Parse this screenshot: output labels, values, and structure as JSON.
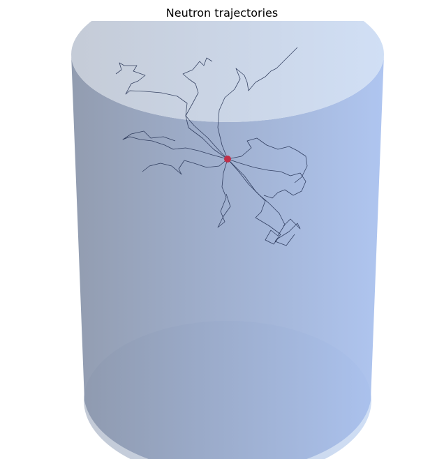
{
  "chart_data": {
    "type": "3d-trajectory",
    "title": "Neutron trajectories",
    "grid": false,
    "legend": "none",
    "colors": {
      "body_dark": "#8a95aa",
      "body_light": "#a9c1ef",
      "cap": "#ccd8ee",
      "trajectory": "#1e2b4e",
      "source": "#c0304a"
    },
    "source": {
      "x": 0,
      "y": 0,
      "z": 0
    },
    "series": [
      {
        "points": [
          [
            0,
            0
          ],
          [
            -12,
            -12
          ],
          [
            -28,
            -30
          ],
          [
            -48,
            -48
          ],
          [
            -60,
            -62
          ],
          [
            -58,
            -80
          ],
          [
            -72,
            -90
          ],
          [
            -95,
            -95
          ],
          [
            -118,
            -97
          ],
          [
            -140,
            -98
          ],
          [
            -146,
            -93
          ],
          [
            -138,
            -108
          ],
          [
            -128,
            -112
          ],
          [
            -118,
            -120
          ],
          [
            -135,
            -126
          ],
          [
            -130,
            -134
          ],
          [
            -148,
            -134
          ],
          [
            -155,
            -138
          ],
          [
            -152,
            -128
          ],
          [
            -160,
            -122
          ]
        ]
      },
      {
        "points": [
          [
            0,
            0
          ],
          [
            -20,
            -14
          ],
          [
            -36,
            -30
          ],
          [
            -56,
            -45
          ],
          [
            -60,
            -62
          ],
          [
            -50,
            -80
          ],
          [
            -42,
            -95
          ],
          [
            -46,
            -108
          ],
          [
            -56,
            -115
          ],
          [
            -64,
            -122
          ],
          [
            -50,
            -128
          ],
          [
            -40,
            -140
          ],
          [
            -34,
            -134
          ],
          [
            -30,
            -145
          ],
          [
            -22,
            -140
          ]
        ]
      },
      {
        "points": [
          [
            0,
            0
          ],
          [
            -8,
            -20
          ],
          [
            -14,
            -45
          ],
          [
            -12,
            -70
          ],
          [
            -4,
            -88
          ],
          [
            10,
            -100
          ],
          [
            18,
            -115
          ],
          [
            12,
            -130
          ],
          [
            24,
            -120
          ],
          [
            28,
            -110
          ],
          [
            30,
            -98
          ],
          [
            40,
            -110
          ],
          [
            54,
            -118
          ],
          [
            62,
            -126
          ],
          [
            70,
            -130
          ],
          [
            80,
            -140
          ],
          [
            90,
            -150
          ],
          [
            100,
            -160
          ]
        ]
      },
      {
        "points": [
          [
            0,
            0
          ],
          [
            -22,
            -6
          ],
          [
            -42,
            -12
          ],
          [
            -60,
            -16
          ],
          [
            -78,
            -14
          ],
          [
            -90,
            -20
          ],
          [
            -108,
            -26
          ],
          [
            -125,
            -28
          ],
          [
            -140,
            -32
          ],
          [
            -150,
            -28
          ],
          [
            -138,
            -36
          ],
          [
            -120,
            -40
          ],
          [
            -110,
            -30
          ],
          [
            -92,
            -32
          ],
          [
            -75,
            -26
          ]
        ]
      },
      {
        "points": [
          [
            0,
            0
          ],
          [
            -12,
            10
          ],
          [
            -30,
            12
          ],
          [
            -48,
            6
          ],
          [
            -62,
            2
          ],
          [
            -70,
            14
          ],
          [
            -66,
            22
          ],
          [
            -80,
            10
          ],
          [
            -96,
            6
          ],
          [
            -112,
            10
          ],
          [
            -122,
            18
          ]
        ]
      },
      {
        "points": [
          [
            0,
            0
          ],
          [
            -6,
            20
          ],
          [
            -8,
            40
          ],
          [
            -2,
            55
          ],
          [
            -10,
            75
          ],
          [
            -4,
            90
          ],
          [
            -14,
            98
          ],
          [
            -6,
            82
          ],
          [
            4,
            68
          ],
          [
            -2,
            50
          ]
        ]
      },
      {
        "points": [
          [
            0,
            0
          ],
          [
            18,
            6
          ],
          [
            38,
            12
          ],
          [
            58,
            16
          ],
          [
            76,
            18
          ],
          [
            90,
            24
          ],
          [
            104,
            20
          ],
          [
            112,
            32
          ],
          [
            106,
            46
          ],
          [
            94,
            52
          ],
          [
            82,
            44
          ],
          [
            72,
            48
          ],
          [
            64,
            56
          ],
          [
            52,
            52
          ]
        ]
      },
      {
        "points": [
          [
            0,
            0
          ],
          [
            20,
            -4
          ],
          [
            34,
            -16
          ],
          [
            28,
            -26
          ],
          [
            42,
            -30
          ],
          [
            56,
            -20
          ],
          [
            72,
            -14
          ],
          [
            88,
            -18
          ],
          [
            100,
            -12
          ],
          [
            112,
            -4
          ],
          [
            114,
            10
          ],
          [
            106,
            26
          ],
          [
            96,
            34
          ]
        ]
      },
      {
        "points": [
          [
            0,
            0
          ],
          [
            16,
            18
          ],
          [
            30,
            36
          ],
          [
            46,
            52
          ],
          [
            60,
            64
          ],
          [
            74,
            78
          ],
          [
            82,
            94
          ],
          [
            72,
            110
          ],
          [
            62,
            102
          ],
          [
            54,
            116
          ],
          [
            66,
            122
          ],
          [
            72,
            114
          ],
          [
            88,
            104
          ],
          [
            100,
            92
          ],
          [
            104,
            100
          ],
          [
            90,
            86
          ],
          [
            80,
            96
          ]
        ]
      },
      {
        "points": [
          [
            0,
            0
          ],
          [
            24,
            24
          ],
          [
            40,
            46
          ],
          [
            54,
            60
          ],
          [
            48,
            76
          ],
          [
            40,
            84
          ],
          [
            60,
            96
          ],
          [
            76,
            108
          ],
          [
            68,
            118
          ],
          [
            84,
            124
          ],
          [
            96,
            108
          ]
        ]
      }
    ]
  }
}
